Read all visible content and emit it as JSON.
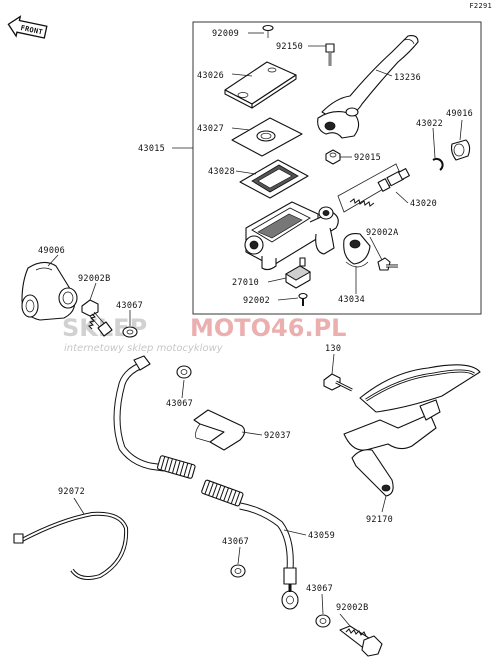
{
  "diagram": {
    "code": "F2291",
    "front_label": "FRONT",
    "watermark": {
      "brand_left": "SKLEP",
      "brand_right": "MOTO46.PL",
      "tagline": "internetowy sklep motocyklowy"
    },
    "labels": {
      "p92009": "92009",
      "p92150": "92150",
      "p13236": "13236",
      "p43026": "43026",
      "p43027": "43027",
      "p43015": "43015",
      "p43022": "43022",
      "p49016": "49016",
      "p92015": "92015",
      "p43028": "43028",
      "p43020": "43020",
      "p92002A": "92002A",
      "p27010": "27010",
      "p92002": "92002",
      "p43034": "43034",
      "p49006": "49006",
      "p92002B_top": "92002B",
      "p43067_a": "43067",
      "p43067_b": "43067",
      "p130": "130",
      "p92037": "92037",
      "p92072": "92072",
      "p92170": "92170",
      "p43059": "43059",
      "p43067_c": "43067",
      "p43067_d": "43067",
      "p92002B_bot": "92002B"
    }
  },
  "colors": {
    "ink": "#111111",
    "watermark_grey": "#c9c9c9",
    "watermark_red": "#e8a2a2"
  }
}
